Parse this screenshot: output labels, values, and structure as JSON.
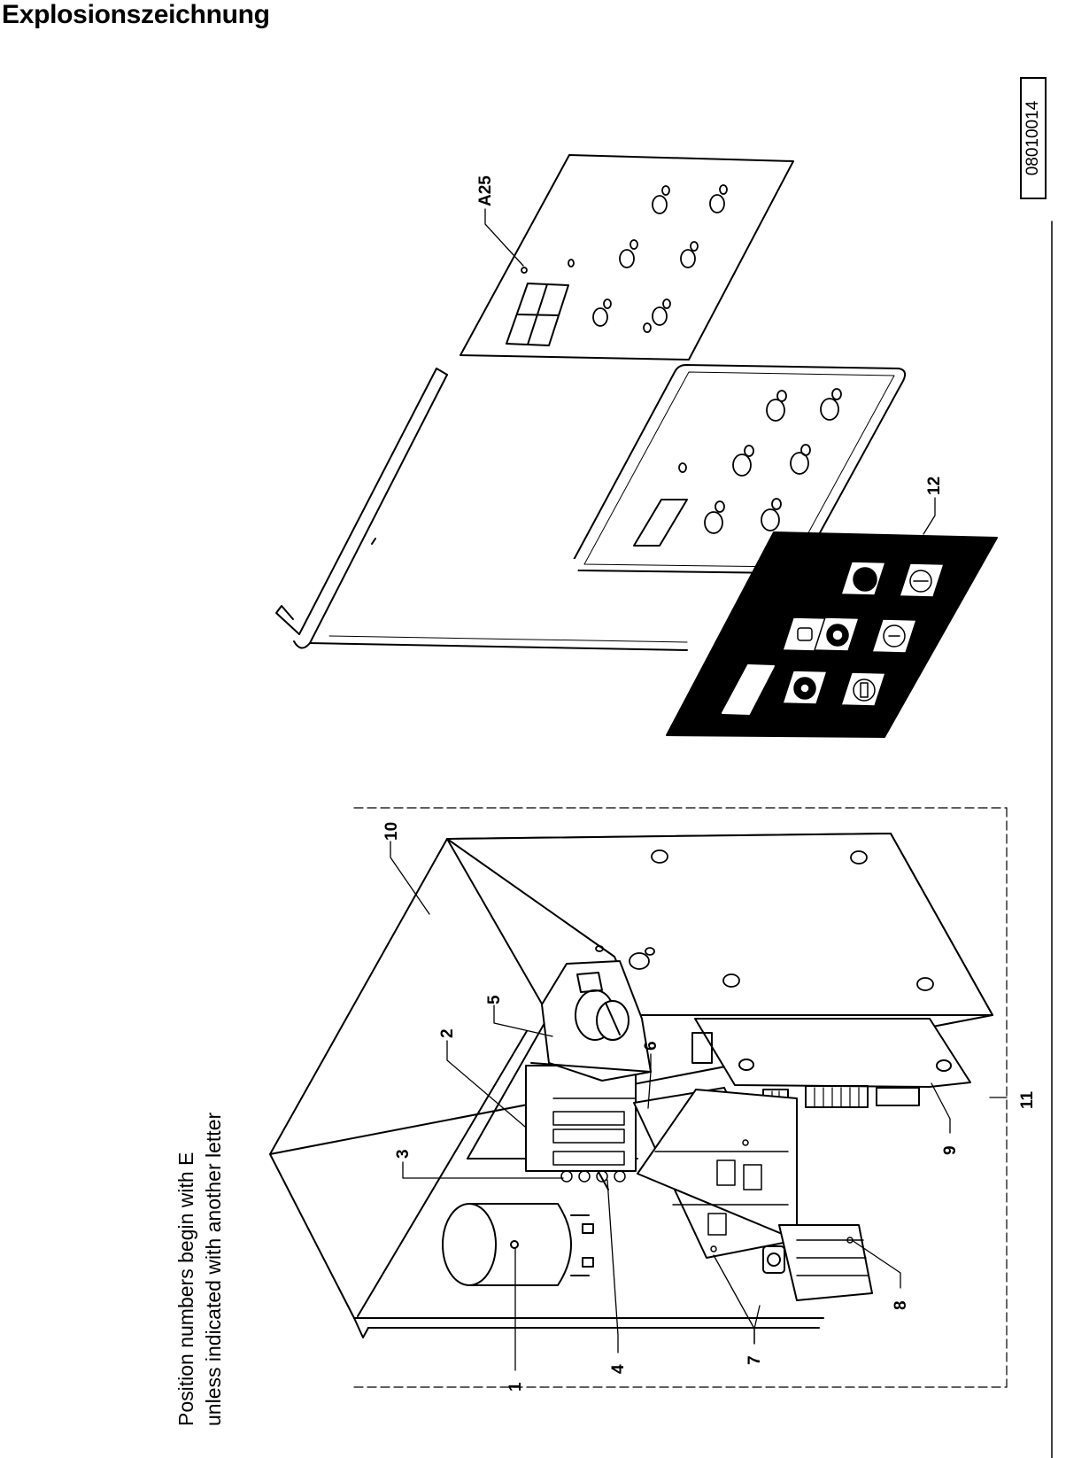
{
  "page": {
    "title": "Explosionszeichnung",
    "drawing_id": "08010014",
    "note_line_1": "Position numbers begin with E",
    "note_line_2": "unless indicated with another letter"
  },
  "callouts": {
    "a25": "A25",
    "p1": "1",
    "p2": "2",
    "p3": "3",
    "p4": "4",
    "p5": "5",
    "p6": "6",
    "p7": "7",
    "p8": "8",
    "p9": "9",
    "p10": "10",
    "p11": "11",
    "p12": "12"
  }
}
